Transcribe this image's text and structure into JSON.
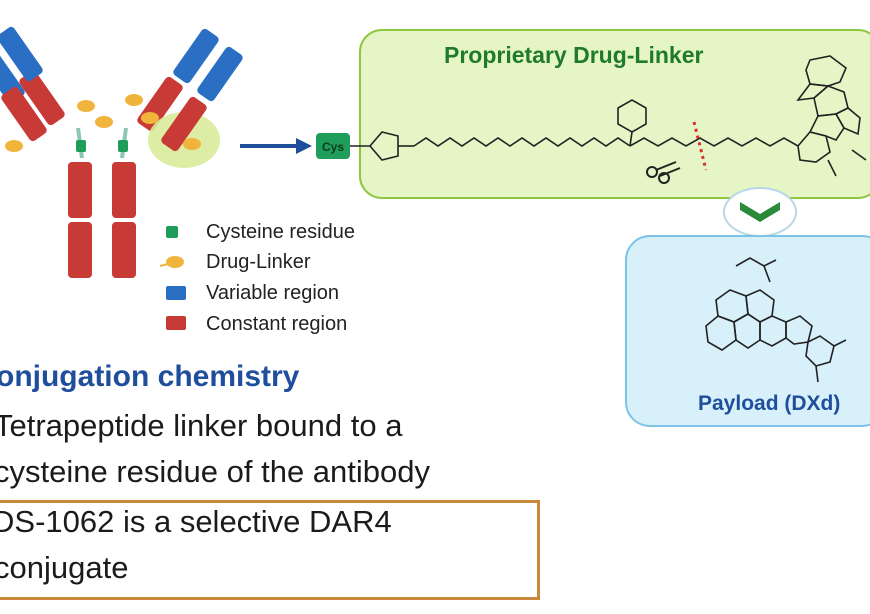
{
  "legend": {
    "items": [
      {
        "label": "Cysteine residue",
        "color": "#1e9e5a",
        "icon": "cysteine-marker"
      },
      {
        "label": "Drug-Linker",
        "color": "#f0b43c",
        "icon": "drug-linker-marker"
      },
      {
        "label": "Variable region",
        "color": "#2a6fc4",
        "icon": "variable-region-marker"
      },
      {
        "label": "Constant region",
        "color": "#c83a36",
        "icon": "constant-region-marker"
      }
    ]
  },
  "antibody": {
    "cys_tag": "Cys"
  },
  "drug_linker_panel": {
    "title": "Proprietary Drug-Linker",
    "background": "#e6f5c6",
    "border": "#8dc63f"
  },
  "payload_panel": {
    "title": "Payload (DXd)",
    "background": "#d8f0fa",
    "border": "#7cc3e6"
  },
  "conjugation": {
    "heading": "onjugation chemistry",
    "line1": "Tetrapeptide linker bound to a",
    "line2": "cysteine residue of the antibody",
    "box_line1": "DS-1062 is a selective DAR4",
    "box_line2": "conjugate"
  },
  "colors": {
    "heading": "#1f4e9c",
    "box_border": "#c9883c",
    "arrow": "#1f4e9c"
  }
}
